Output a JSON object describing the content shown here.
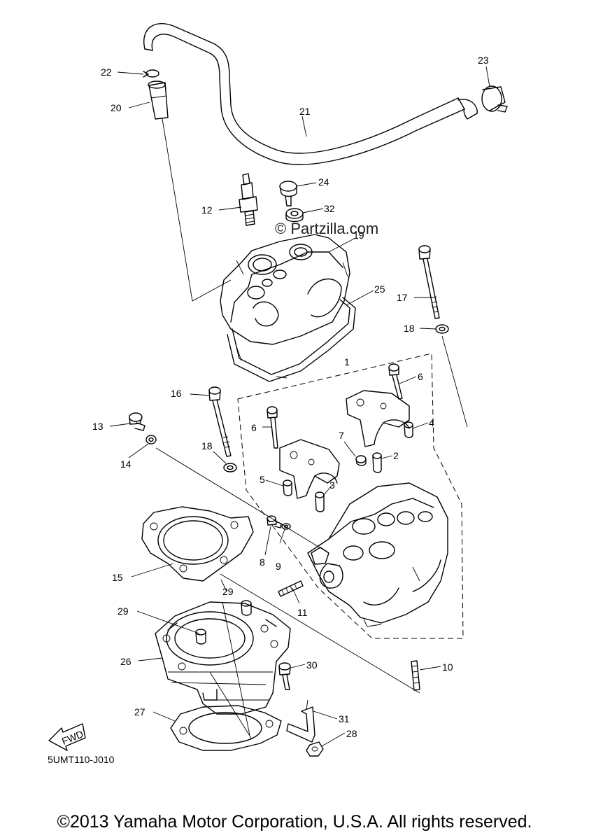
{
  "watermark": "© Partzilla.com",
  "diagram_code": "5UMT110-J010",
  "fwd_label": "FWD",
  "copyright": "©2013 Yamaha Motor Corporation, U.S.A. All rights reserved.",
  "callouts": {
    "c1": "1",
    "c2": "2",
    "c3": "3",
    "c4": "4",
    "c5": "5",
    "c6a": "6",
    "c6b": "6",
    "c7": "7",
    "c8": "8",
    "c9": "9",
    "c10": "10",
    "c11": "11",
    "c12": "12",
    "c13": "13",
    "c14": "14",
    "c15": "15",
    "c16": "16",
    "c17": "17",
    "c18a": "18",
    "c18b": "18",
    "c19": "19",
    "c20": "20",
    "c21": "21",
    "c22": "22",
    "c23": "23",
    "c24": "24",
    "c25": "25",
    "c26": "26",
    "c27": "27",
    "c28": "28",
    "c29a": "29",
    "c29b": "29",
    "c30": "30",
    "c31": "31",
    "c32": "32"
  }
}
